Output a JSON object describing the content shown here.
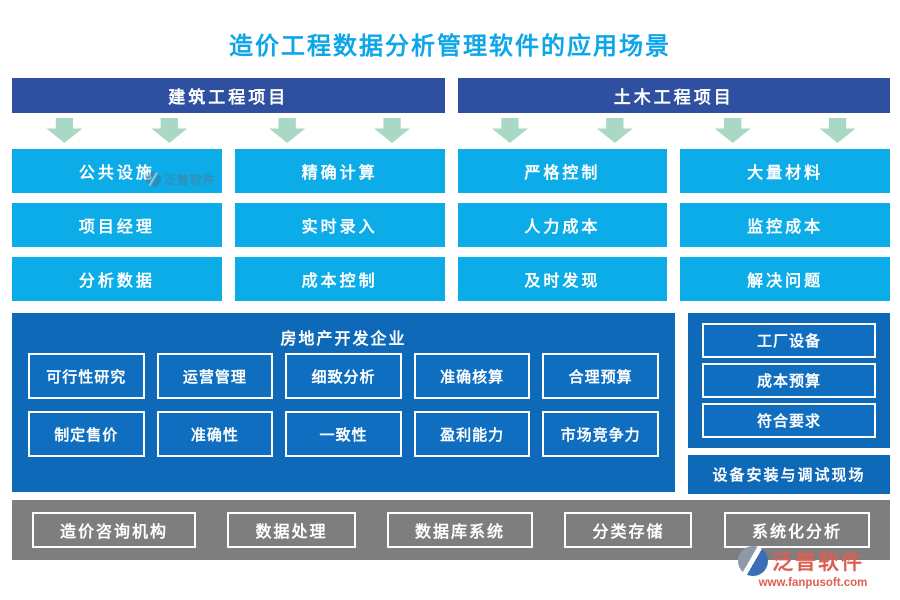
{
  "title": "造价工程数据分析管理软件的应用场景",
  "colors": {
    "title_blue": "#0FA6E9",
    "header_navy": "#2F4FA0",
    "tile_cyan": "#0BACE8",
    "panel_blue": "#0E69B8",
    "bottom_gray": "#7E7E7E",
    "arrow_green": "#A9D8C4",
    "logo_red": "#DE5F52"
  },
  "headers": [
    {
      "label": "建筑工程项目"
    },
    {
      "label": "土木工程项目"
    }
  ],
  "grid": {
    "rows": [
      [
        "公共设施",
        "精确计算",
        "严格控制",
        "大量材料"
      ],
      [
        "项目经理",
        "实时录入",
        "人力成本",
        "监控成本"
      ],
      [
        "分析数据",
        "成本控制",
        "及时发现",
        "解决问题"
      ]
    ]
  },
  "real_estate_panel": {
    "title": "房地产开发企业",
    "rows": [
      [
        "可行性研究",
        "运营管理",
        "细致分析",
        "准确核算",
        "合理预算"
      ],
      [
        "制定售价",
        "准确性",
        "一致性",
        "盈利能力",
        "市场竞争力"
      ]
    ]
  },
  "factory_panel": {
    "items": [
      "工厂设备",
      "成本预算",
      "符合要求"
    ]
  },
  "site_bar": {
    "label": "设备安装与调试现场"
  },
  "bottom_bar": {
    "items": [
      "造价咨询机构",
      "数据处理",
      "数据库系统",
      "分类存储",
      "系统化分析"
    ]
  },
  "watermark": {
    "text": "泛普软件"
  },
  "logo": {
    "name": "泛普软件",
    "url": "www.fanpusoft.com"
  }
}
